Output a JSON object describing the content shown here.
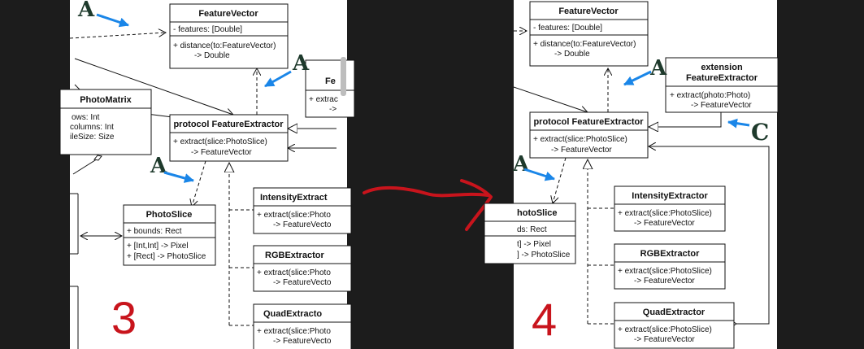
{
  "left_panel": {
    "feature_vector": {
      "title": "FeatureVector",
      "attr": "- features: [Double]",
      "method_1": "+ distance(to:FeatureVector)",
      "method_2": "-> Double"
    },
    "photo_matrix": {
      "title": "PhotoMatrix",
      "attr_1": "ows: Int",
      "attr_2": "columns: Int",
      "attr_3": "ileSize: Size"
    },
    "protocol": {
      "title": "protocol FeatureExtractor",
      "method_1": "+ extract(slice:PhotoSlice)",
      "method_2": "-> FeatureVector"
    },
    "extension_partial": {
      "title": "Fe",
      "method_1": "+ extrac",
      "method_2": "->"
    },
    "photo_slice": {
      "title": "PhotoSlice",
      "attr": "+ bounds: Rect",
      "method_1": "+ [Int,Int] -> Pixel",
      "method_2": "+ [Rect] -> PhotoSlice"
    },
    "intensity": {
      "title": "IntensityExtract",
      "method_1": "+ extract(slice:Photo",
      "method_2": "-> FeatureVecto"
    },
    "rgb": {
      "title": "RGBExtractor",
      "method_1": "+ extract(slice:Photo",
      "method_2": "-> FeatureVecto"
    },
    "quad": {
      "title": "QuadExtracto",
      "method_1": "+ extract(slice:Photo",
      "method_2": "-> FeatureVecto"
    },
    "annotations": {
      "a_top": "A",
      "a_mid": "A",
      "a_bottom": "A",
      "number": "3"
    }
  },
  "right_panel": {
    "feature_vector": {
      "title": "FeatureVector",
      "attr": "- features: [Double]",
      "method_1": "+ distance(to:FeatureVector)",
      "method_2": "-> Double"
    },
    "extension": {
      "title_1": "extension",
      "title_2": "FeatureExtractor",
      "method_1": "+ extract(photo:Photo)",
      "method_2": "-> FeatureVector"
    },
    "protocol": {
      "title": "protocol FeatureExtractor",
      "method_1": "+ extract(slice:PhotoSlice)",
      "method_2": "-> FeatureVector"
    },
    "photo_slice": {
      "title": "hotoSlice",
      "attr": "ds: Rect",
      "method_1": "t] -> Pixel",
      "method_2": "] -> PhotoSlice"
    },
    "intensity": {
      "title": "IntensityExtractor",
      "method_1": "+ extract(slice:PhotoSlice)",
      "method_2": "-> FeatureVector"
    },
    "rgb": {
      "title": "RGBExtractor",
      "method_1": "+ extract(slice:PhotoSlice)",
      "method_2": "-> FeatureVector"
    },
    "quad": {
      "title": "QuadExtractor",
      "method_1": "+ extract(slice:PhotoSlice)",
      "method_2": "-> FeatureVector"
    },
    "annotations": {
      "a_mid": "A",
      "a_left": "A",
      "c": "C",
      "number": "4"
    }
  }
}
